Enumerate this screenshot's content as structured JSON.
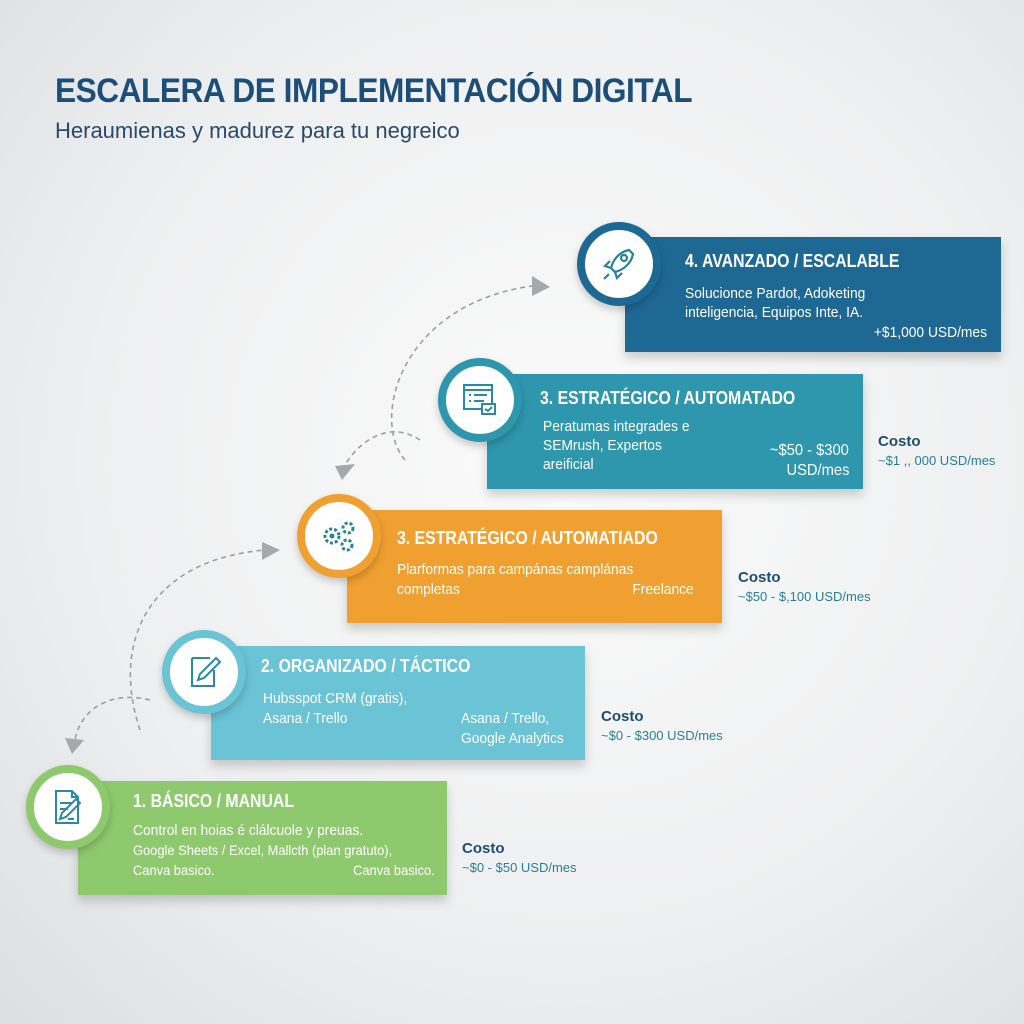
{
  "title": "ESCALERA DE IMPLEMENTACIÓN DIGITAL",
  "subtitle": "Heraumienas y madurez para tu negreico",
  "colors": {
    "title": "#1d4e77",
    "step4": "#1e6894",
    "step3a": "#2e97ad",
    "step3b": "#f0a030",
    "step2": "#6bc3d6",
    "step1": "#8ec96e"
  },
  "steps": [
    {
      "icon": "rocket-icon",
      "heading": "4. AVANZADO / ESCALABLE",
      "lines": [
        "Solucionce Pardot, Adoketing",
        "inteligencia, Equipos Inte, IA."
      ],
      "right": "+$1,000 USD/mes"
    },
    {
      "icon": "checklist-window-icon",
      "heading": "3. ESTRATÉGICO / AUTOMATADO",
      "lines": [
        "Peratumas integrades e",
        "SEMrush, Expertos",
        "areificial"
      ],
      "right": [
        "~$50 - $300",
        "USD/mes"
      ],
      "cost_label": "Costo",
      "cost": "~$1 ,, 000 USD/mes"
    },
    {
      "icon": "gears-icon",
      "heading": "3. ESTRATÉGICO / AUTOMATIADO",
      "lines": [
        "Plarformas para campánas camplánas",
        "completas"
      ],
      "right": "Freelance",
      "cost_label": "Costo",
      "cost": "~$50 - $,100 USD/mes"
    },
    {
      "icon": "edit-document-icon",
      "heading": "2. ORGANIZADO / TÁCTICO",
      "lines": [
        "Hubsspot     CRM (gratis),",
        "Asana / Trello"
      ],
      "right": [
        "Asana / Trello,",
        "Google Analytics"
      ],
      "cost_label": "Costo",
      "cost": "~$0 - $300 USD/mes"
    },
    {
      "icon": "spreadsheet-pen-icon",
      "heading": "1. BÁSICO / MANUAL",
      "lines": [
        "Control en hoias é clálcuole y preuas.",
        "Google Sheets / Excel, Mallcth (plan gratuto),",
        "Canva basico."
      ],
      "right": "Canva basico.",
      "cost_label": "Costo",
      "cost": "~$0 - $50 USD/mes"
    }
  ]
}
